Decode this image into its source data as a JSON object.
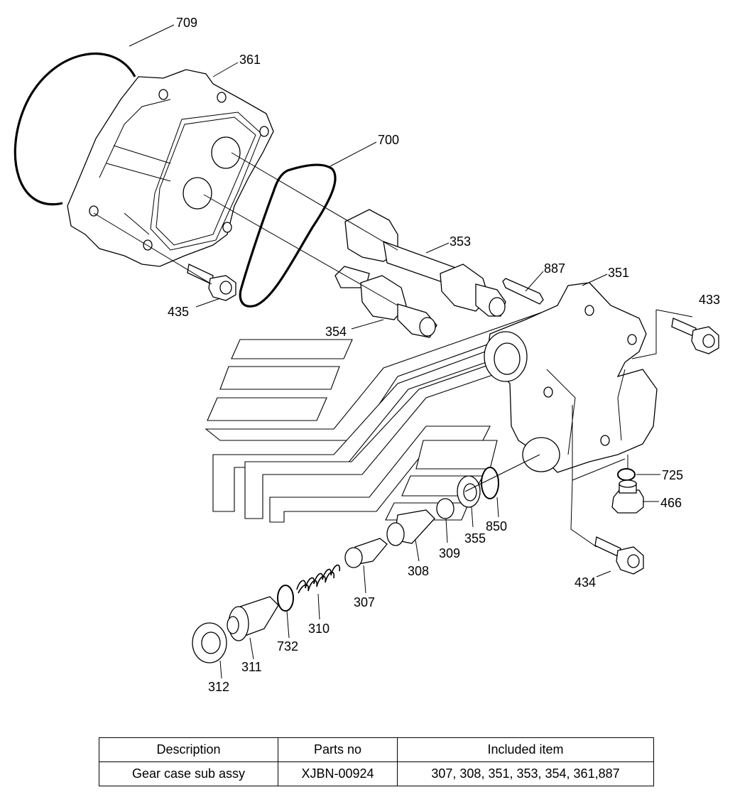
{
  "parts": [
    {
      "id": "709",
      "label": "709"
    },
    {
      "id": "361",
      "label": "361"
    },
    {
      "id": "700",
      "label": "700"
    },
    {
      "id": "353",
      "label": "353"
    },
    {
      "id": "887",
      "label": "887"
    },
    {
      "id": "351",
      "label": "351"
    },
    {
      "id": "433",
      "label": "433"
    },
    {
      "id": "435",
      "label": "435"
    },
    {
      "id": "354",
      "label": "354"
    },
    {
      "id": "725",
      "label": "725"
    },
    {
      "id": "466",
      "label": "466"
    },
    {
      "id": "850",
      "label": "850"
    },
    {
      "id": "355",
      "label": "355"
    },
    {
      "id": "309",
      "label": "309"
    },
    {
      "id": "308",
      "label": "308"
    },
    {
      "id": "434",
      "label": "434"
    },
    {
      "id": "307",
      "label": "307"
    },
    {
      "id": "310",
      "label": "310"
    },
    {
      "id": "732",
      "label": "732"
    },
    {
      "id": "311",
      "label": "311"
    },
    {
      "id": "312",
      "label": "312"
    }
  ],
  "table": {
    "headers": [
      "Description",
      "Parts no",
      "Included item"
    ],
    "rows": [
      [
        "Gear case sub assy",
        "XJBN-00924",
        "307, 308, 351, 353, 354, 361,887"
      ]
    ]
  }
}
